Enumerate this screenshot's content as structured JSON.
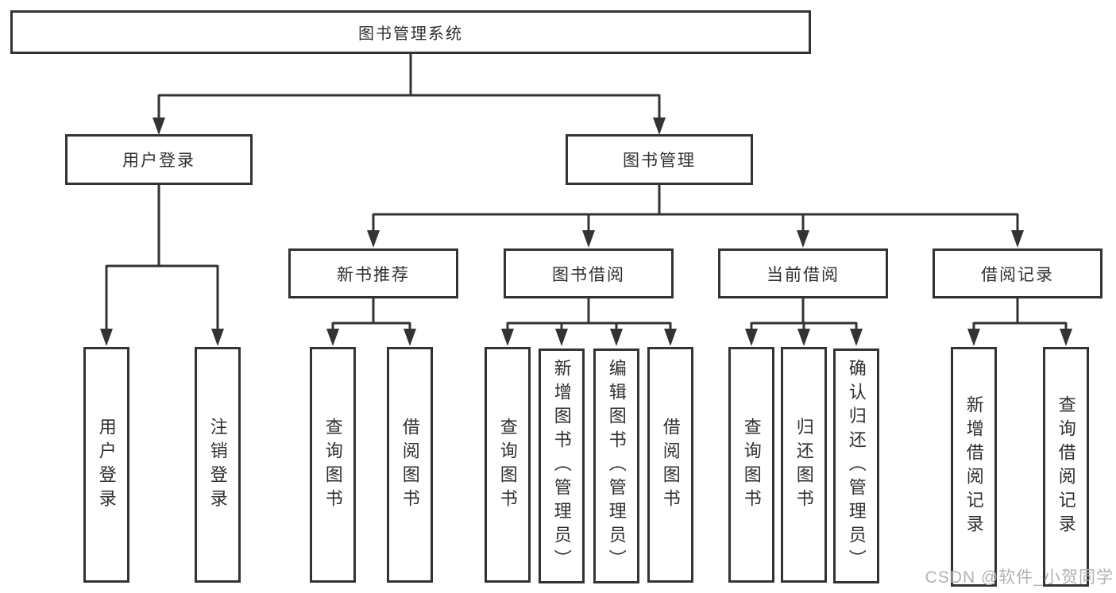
{
  "diagram": {
    "root": {
      "label": "图书管理系统"
    },
    "level2": [
      {
        "id": "user-login",
        "label": "用户登录",
        "parent": "图书管理系统"
      },
      {
        "id": "book-management",
        "label": "图书管理",
        "parent": "图书管理系统"
      }
    ],
    "level3": [
      {
        "id": "new-book-recommend",
        "label": "新书推荐",
        "parent": "图书管理"
      },
      {
        "id": "book-borrow",
        "label": "图书借阅",
        "parent": "图书管理"
      },
      {
        "id": "current-borrow",
        "label": "当前借阅",
        "parent": "图书管理"
      },
      {
        "id": "borrow-records",
        "label": "借阅记录",
        "parent": "图书管理"
      }
    ],
    "leaves": [
      {
        "label": "用户登录",
        "parent": "用户登录"
      },
      {
        "label": "注销登录",
        "parent": "用户登录"
      },
      {
        "label": "查询图书",
        "parent": "新书推荐"
      },
      {
        "label": "借阅图书",
        "parent": "新书推荐"
      },
      {
        "label": "查询图书",
        "parent": "图书借阅"
      },
      {
        "label": "新增图书（管理员）",
        "parent": "图书借阅"
      },
      {
        "label": "编辑图书（管理员）",
        "parent": "图书借阅"
      },
      {
        "label": "借阅图书",
        "parent": "图书借阅"
      },
      {
        "label": "查询图书",
        "parent": "当前借阅"
      },
      {
        "label": "归还图书",
        "parent": "当前借阅"
      },
      {
        "label": "确认归还（管理员）",
        "parent": "当前借阅"
      },
      {
        "label": "新增借阅记录",
        "parent": "借阅记录"
      },
      {
        "label": "查询借阅记录",
        "parent": "借阅记录"
      }
    ],
    "watermark": "CSDN @软件_小贺同学",
    "colors": {
      "line": "#333333",
      "box_border": "#333333",
      "text": "#2f2f2f",
      "watermark": "#b3b3b3",
      "background": "#ffffff"
    }
  }
}
